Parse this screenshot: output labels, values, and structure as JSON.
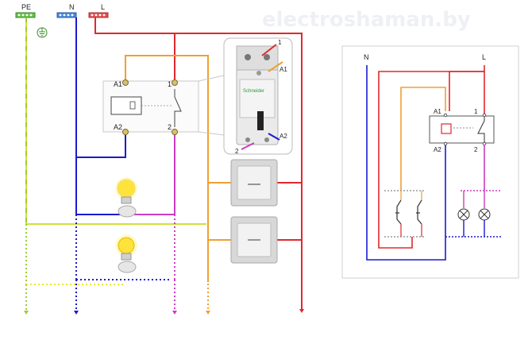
{
  "watermark": "electroshaman.by",
  "left_diagram": {
    "bus_labels": {
      "pe": "PE",
      "n": "N",
      "l": "L"
    },
    "relay_terminals": {
      "a1": "A1",
      "a2": "A2",
      "t1": "1",
      "t2": "2"
    },
    "photo_callouts": {
      "c1": "1",
      "a1": "A1",
      "a2": "A2",
      "c2": "2"
    },
    "relay_brand": "Schneider"
  },
  "right_diagram": {
    "labels": {
      "n": "N",
      "l": "L",
      "a1": "A1",
      "a2": "A2",
      "t1": "1",
      "t2": "2"
    }
  },
  "colors": {
    "pe": "#9acd32",
    "pe_yellow": "#e8e83a",
    "neutral": "#1a1ad0",
    "line": "#e0282e",
    "control": "#f0a030",
    "lamp": "#cc3cc0"
  }
}
